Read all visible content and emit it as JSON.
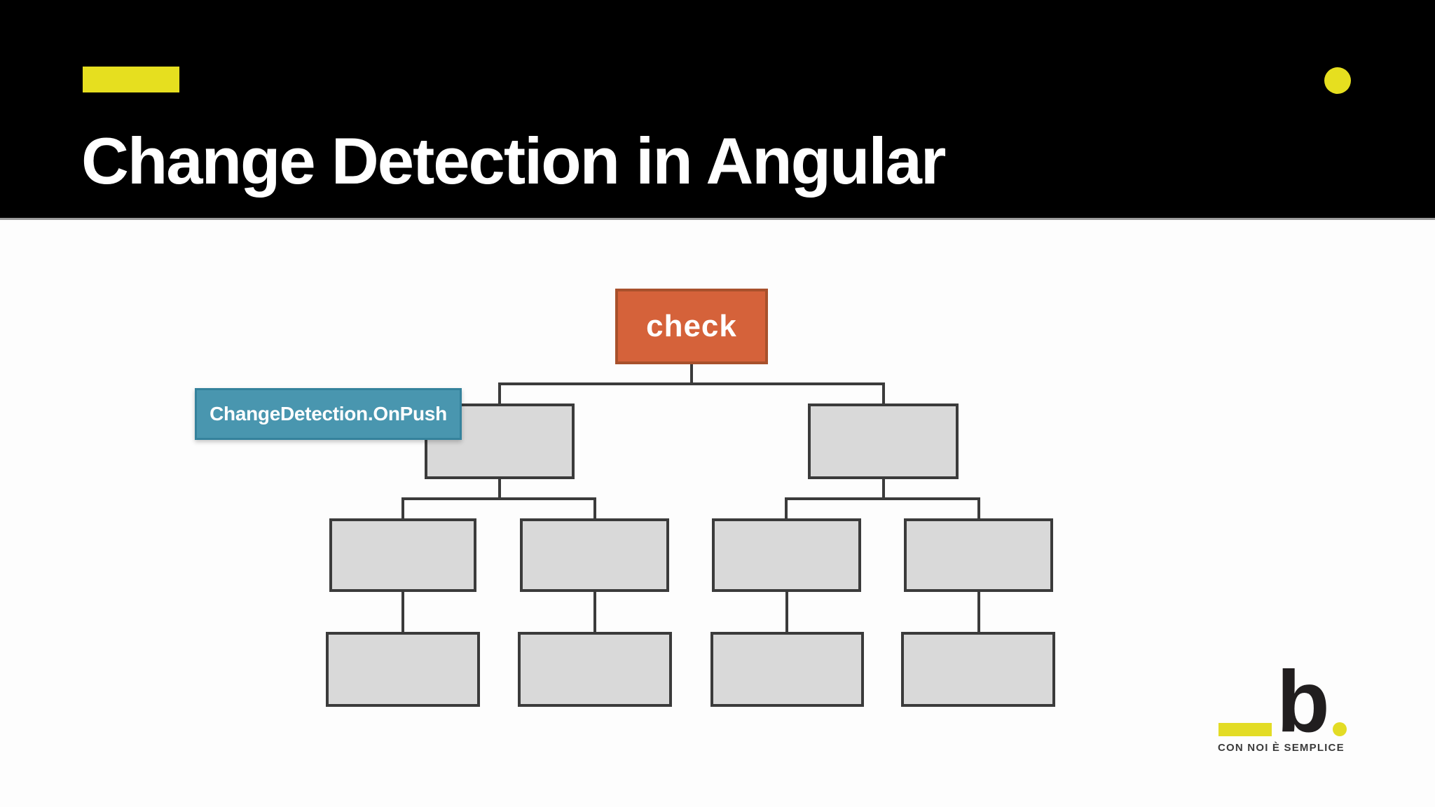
{
  "header": {
    "title": "Change Detection in Angular",
    "background_color": "#000000",
    "title_color": "#ffffff",
    "accent_color": "#e6df1f"
  },
  "diagram": {
    "type": "tree",
    "root_label": "check",
    "root_fill_color": "#d5623a",
    "annotation_label": "ChangeDetection.OnPush",
    "annotation_fill_color": "#4996af",
    "node_fill_color": "#d9d9d9",
    "outline_color": "#3b3b3b",
    "level_node_counts": [
      1,
      2,
      4,
      4
    ],
    "unlabeled_node_count": 10
  },
  "logo": {
    "letter": "b",
    "tagline": "CON NOI È SEMPLICE",
    "letter_color": "#211e1f",
    "accent_color": "#e3dc25"
  }
}
